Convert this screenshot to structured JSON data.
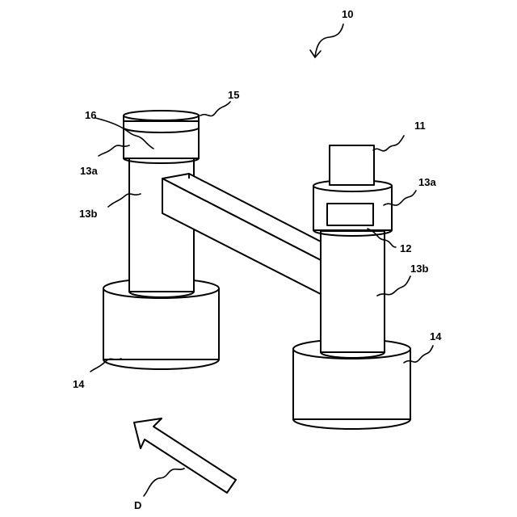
{
  "labels": {
    "device": "10",
    "top_box": "11",
    "window": "12",
    "upper_part_left": "13a",
    "upper_part_right": "13a",
    "post_left": "13b",
    "post_right": "13b",
    "base_left": "14",
    "base_right": "14",
    "cap": "15",
    "cap_mark": "16",
    "direction": "D"
  }
}
